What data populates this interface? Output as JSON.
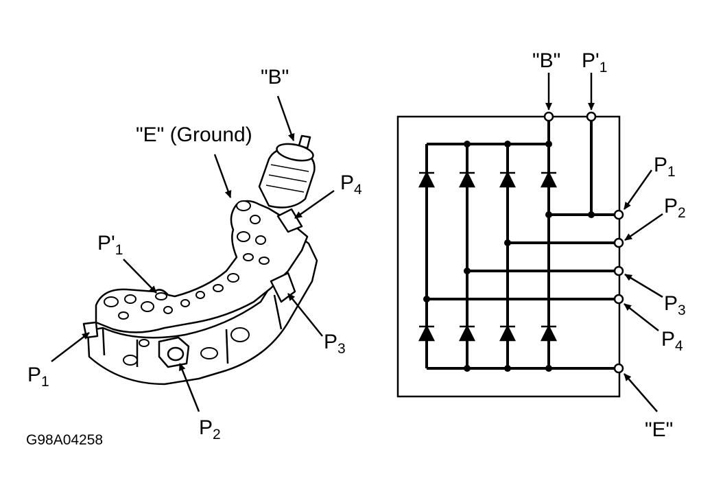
{
  "figure_code": "G98A04258",
  "component_labels": {
    "b": "\"B\"",
    "e_ground": "\"E\" (Ground)",
    "p1": "P",
    "p1_sub": "1",
    "p1_prime": "P'",
    "p1_prime_sub": "1",
    "p2": "P",
    "p2_sub": "2",
    "p3": "P",
    "p3_sub": "3",
    "p4": "P",
    "p4_sub": "4"
  },
  "schematic_labels": {
    "b": "\"B\"",
    "p1_prime": "P'",
    "p1_prime_sub": "1",
    "p1": "P",
    "p1_sub": "1",
    "p2": "P",
    "p2_sub": "2",
    "p3": "P",
    "p3_sub": "3",
    "p4": "P",
    "p4_sub": "4",
    "e": "\"E\""
  },
  "colors": {
    "ink": "#000000",
    "paper": "#ffffff"
  }
}
